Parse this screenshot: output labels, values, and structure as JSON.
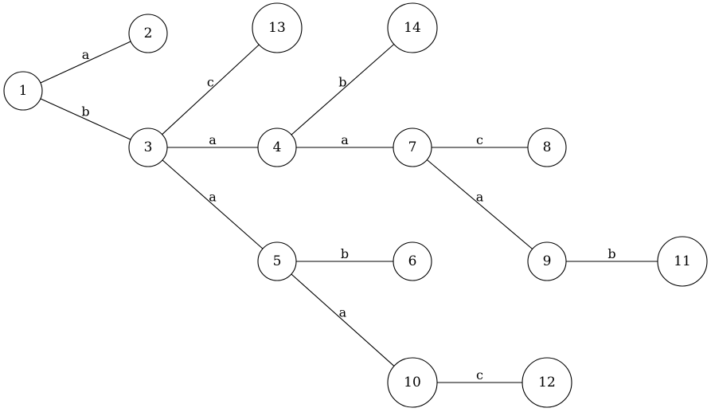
{
  "nodes": [
    {
      "id": "n1",
      "label": "1"
    },
    {
      "id": "n2",
      "label": "2"
    },
    {
      "id": "n3",
      "label": "3"
    },
    {
      "id": "n13",
      "label": "13"
    },
    {
      "id": "n4",
      "label": "4"
    },
    {
      "id": "n14",
      "label": "14"
    },
    {
      "id": "n7",
      "label": "7"
    },
    {
      "id": "n8",
      "label": "8"
    },
    {
      "id": "n5",
      "label": "5"
    },
    {
      "id": "n6",
      "label": "6"
    },
    {
      "id": "n9",
      "label": "9"
    },
    {
      "id": "n11",
      "label": "11"
    },
    {
      "id": "n10",
      "label": "10"
    },
    {
      "id": "n12",
      "label": "12"
    }
  ],
  "edges": [
    {
      "from": "n1",
      "to": "n2",
      "label": "a"
    },
    {
      "from": "n1",
      "to": "n3",
      "label": "b"
    },
    {
      "from": "n3",
      "to": "n13",
      "label": "c"
    },
    {
      "from": "n3",
      "to": "n4",
      "label": "a"
    },
    {
      "from": "n3",
      "to": "n5",
      "label": "a"
    },
    {
      "from": "n4",
      "to": "n14",
      "label": "b"
    },
    {
      "from": "n4",
      "to": "n7",
      "label": "a"
    },
    {
      "from": "n7",
      "to": "n8",
      "label": "c"
    },
    {
      "from": "n7",
      "to": "n9",
      "label": "a"
    },
    {
      "from": "n5",
      "to": "n6",
      "label": "b"
    },
    {
      "from": "n5",
      "to": "n10",
      "label": "a"
    },
    {
      "from": "n9",
      "to": "n11",
      "label": "b"
    },
    {
      "from": "n10",
      "to": "n12",
      "label": "c"
    }
  ]
}
